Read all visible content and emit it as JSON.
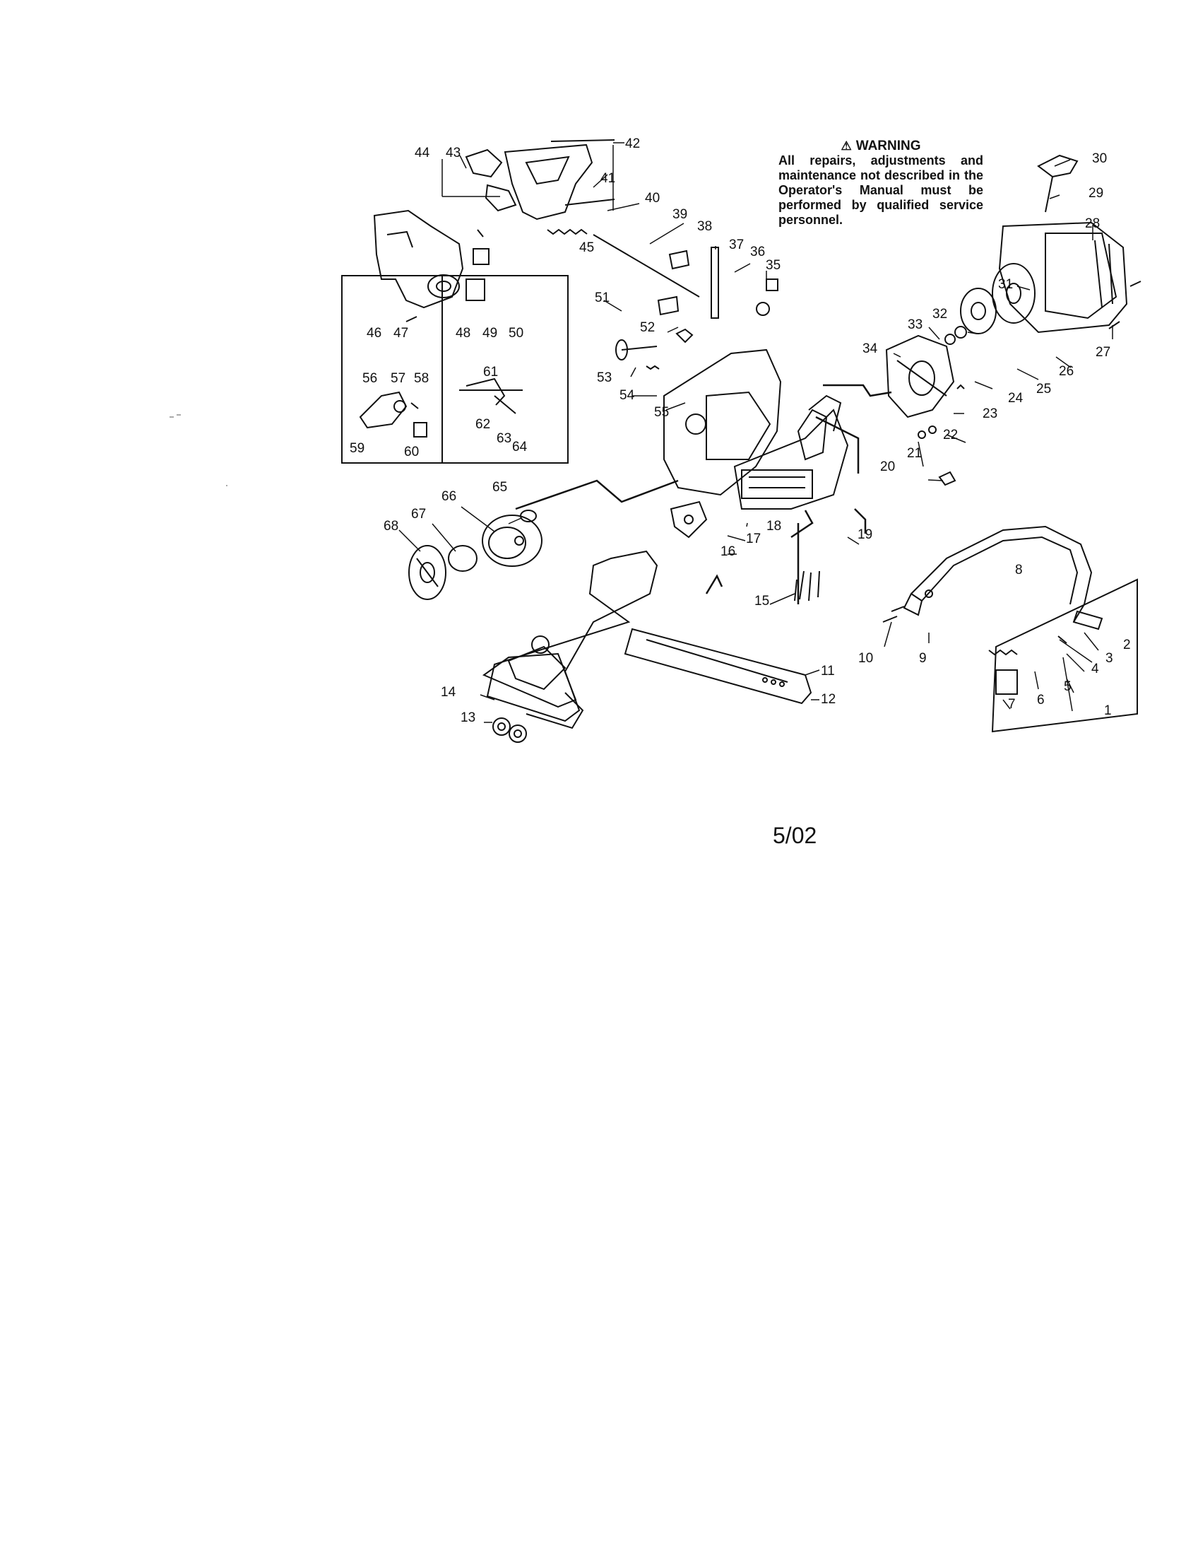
{
  "warning": {
    "icon": "warning-triangle-icon",
    "title": "WARNING",
    "text": "All repairs, adjustments and maintenance not described in the Operator's Manual must be performed by qualified service personnel."
  },
  "revision_code": "5/02",
  "part_numbers": [
    "1",
    "2",
    "3",
    "4",
    "5",
    "6",
    "7",
    "8",
    "9",
    "10",
    "11",
    "12",
    "13",
    "14",
    "15",
    "16",
    "17",
    "18",
    "19",
    "20",
    "21",
    "22",
    "23",
    "24",
    "25",
    "26",
    "27",
    "28",
    "29",
    "30",
    "31",
    "32",
    "33",
    "34",
    "35",
    "36",
    "37",
    "38",
    "39",
    "40",
    "41",
    "42",
    "43",
    "44",
    "45",
    "46",
    "47",
    "48",
    "49",
    "50",
    "51",
    "52",
    "53",
    "54",
    "55",
    "56",
    "57",
    "58",
    "59",
    "60",
    "61",
    "62",
    "63",
    "64",
    "65",
    "66",
    "67",
    "68"
  ]
}
